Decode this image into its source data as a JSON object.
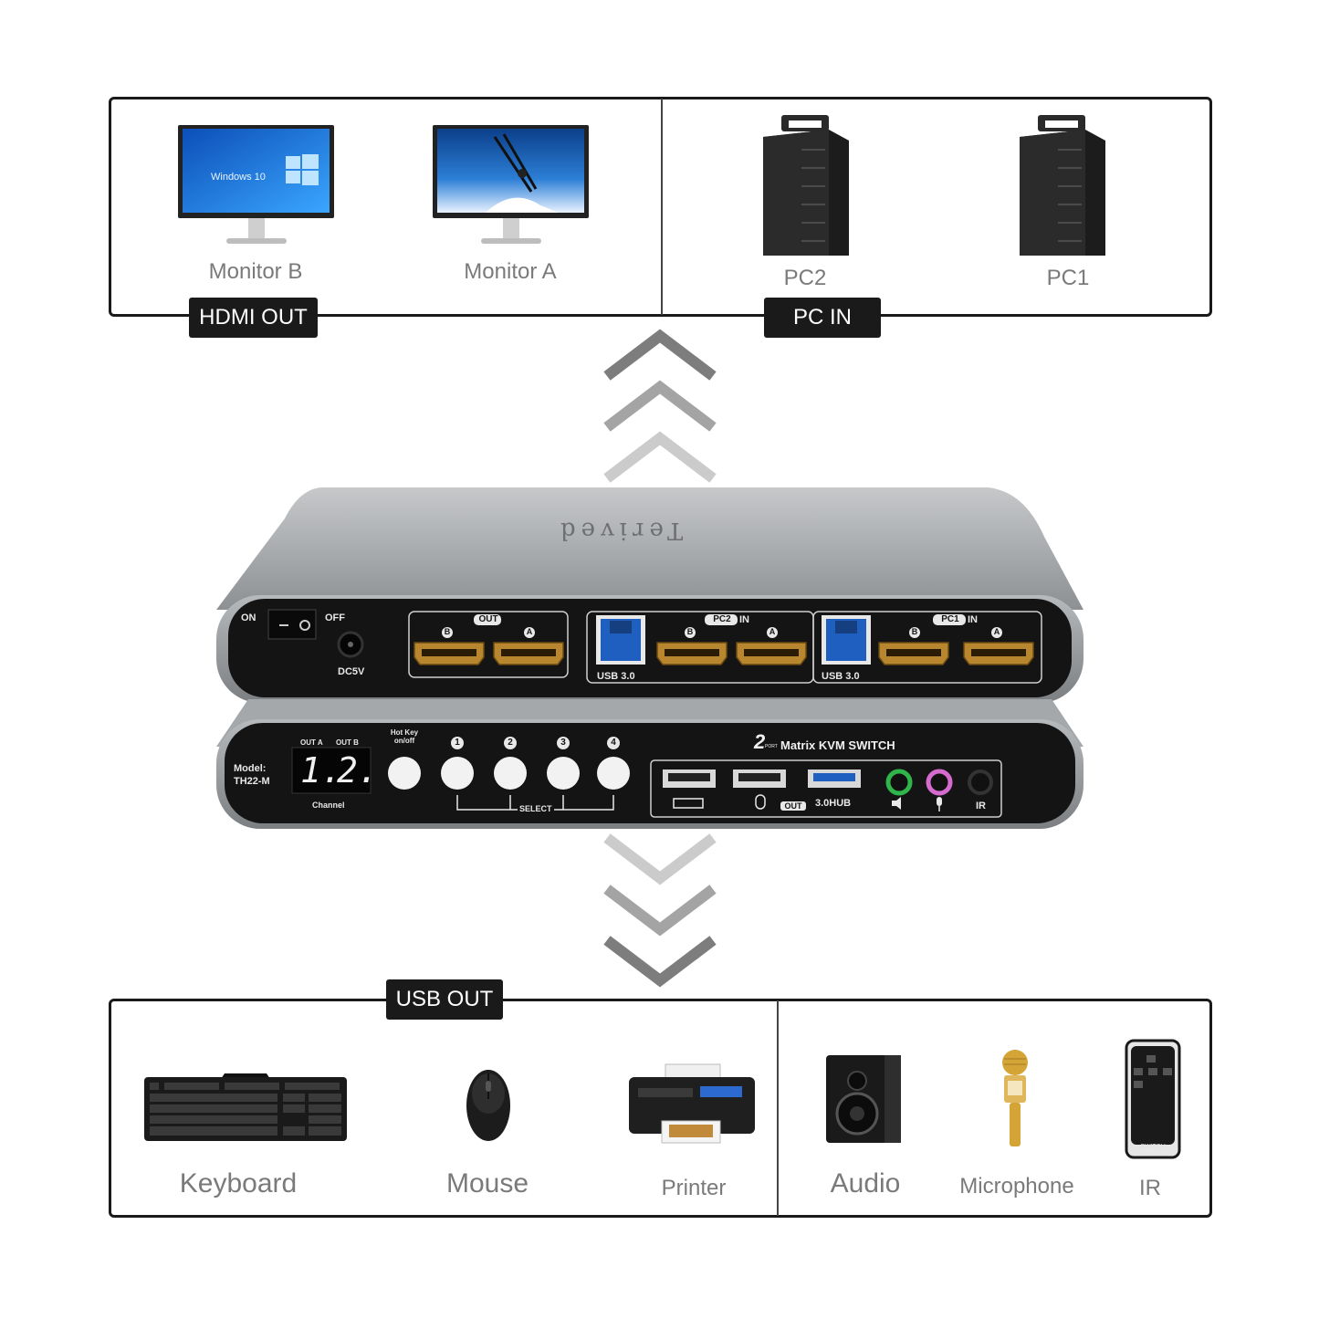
{
  "top_left_group": {
    "tag": "HDMI OUT",
    "devices": [
      {
        "label": "Monitor B",
        "screen_text": "Windows 10"
      },
      {
        "label": "Monitor A"
      }
    ]
  },
  "top_right_group": {
    "tag": "PC IN",
    "devices": [
      {
        "label": "PC2"
      },
      {
        "label": "PC1"
      }
    ]
  },
  "switch_unit": {
    "brand": "Terived",
    "rear": {
      "power_on": "ON",
      "power_off": "OFF",
      "dc_label": "DC5V",
      "out_label": "OUT",
      "pc2_label": "PC2",
      "pc1_label": "PC1",
      "in_label": "IN",
      "port_b": "B",
      "port_a": "A",
      "usb_label": "USB 3.0"
    },
    "front": {
      "model_label": "Model:",
      "model_value": "TH22-M",
      "out_a": "OUT A",
      "out_b": "OUT B",
      "display_a": "1.",
      "display_b": "2.",
      "channel_label": "Channel",
      "hotkey_label": "Hot Key on/off",
      "select_numbers": [
        "1",
        "2",
        "3",
        "4"
      ],
      "select_label": "SELECT",
      "title_num": "2",
      "title_port": "PORT",
      "title": "Matrix KVM SWITCH",
      "out_tag": "OUT",
      "hub_label": "3.0HUB",
      "ir_label": "IR"
    }
  },
  "bottom_left_group": {
    "tag": "USB OUT",
    "devices": [
      {
        "label": "Keyboard"
      },
      {
        "label": "Mouse"
      },
      {
        "label": "Printer"
      }
    ]
  },
  "bottom_right_group": {
    "devices": [
      {
        "label": "Audio"
      },
      {
        "label": "Microphone"
      },
      {
        "label": "IR",
        "remote_text": "SWITCH"
      }
    ]
  },
  "colors": {
    "frame": "#1a1a1a",
    "caption": "#7a7a7a",
    "chassis": "#a9acaf",
    "panel": "#141414",
    "hdmi_gold": "#b8862e",
    "usb_blue": "#1f5fbf",
    "audio_green": "#2fb54a",
    "mic_pink": "#d66bcf"
  }
}
